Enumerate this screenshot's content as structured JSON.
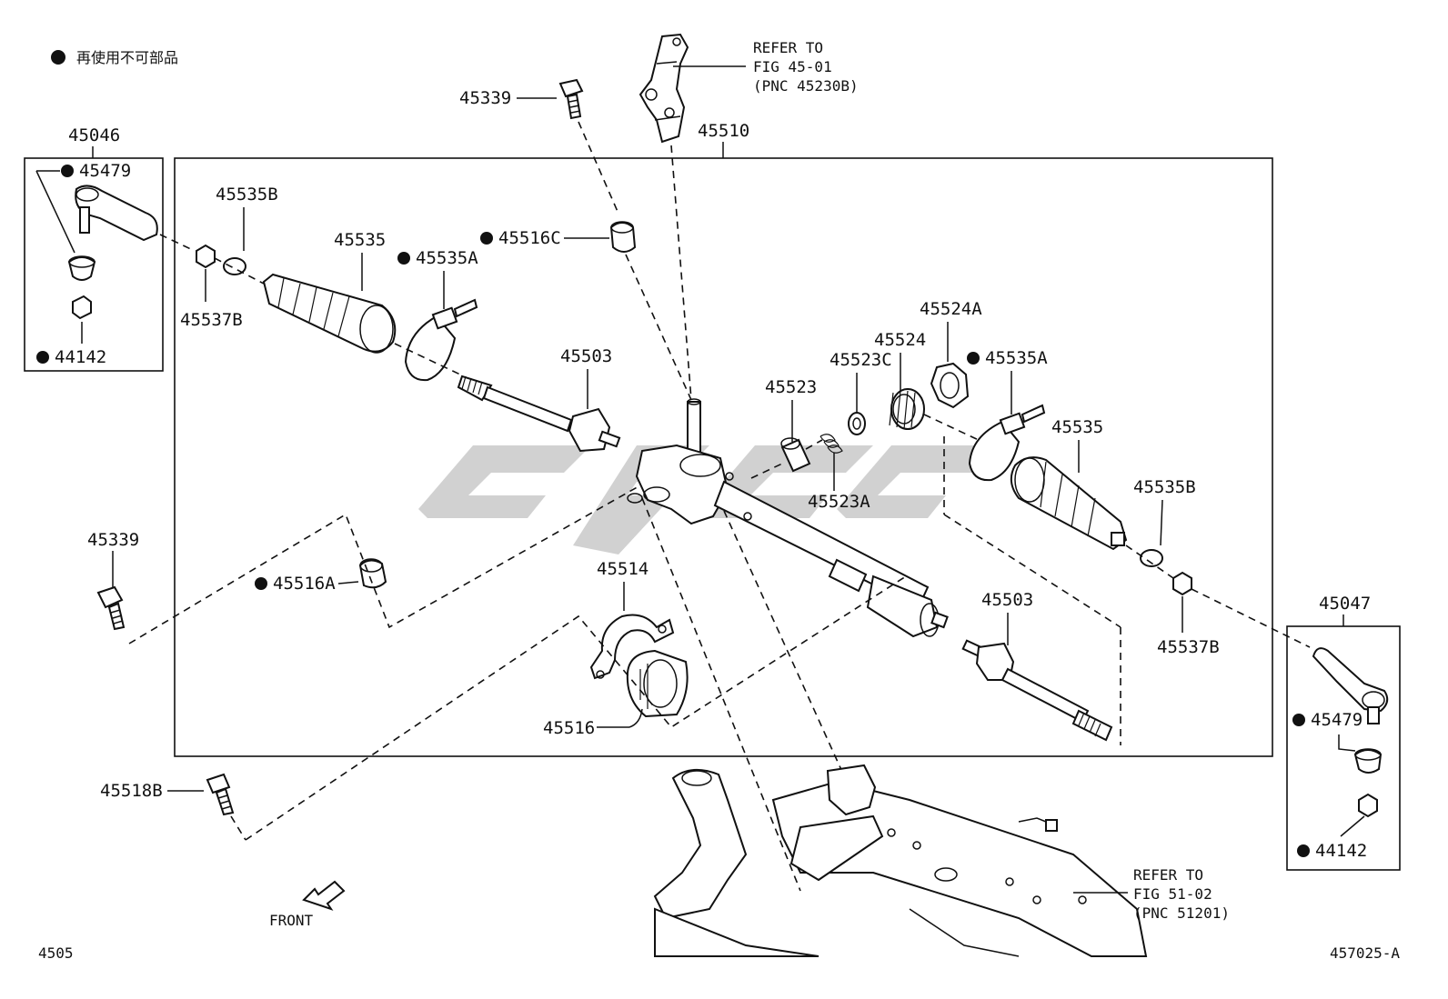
{
  "legend": {
    "text": "再使用不可部品"
  },
  "main_assembly": {
    "number": "45510"
  },
  "left_group": {
    "number": "45046"
  },
  "right_group": {
    "number": "45047"
  },
  "refs": {
    "top": {
      "line1": "REFER TO",
      "line2": "FIG 45-01",
      "line3": "(PNC 45230B)"
    },
    "bottom": {
      "line1": "REFER TO",
      "line2": "FIG 51-02",
      "line3": "(PNC 51201)"
    }
  },
  "parts": {
    "p45339_top": "45339",
    "p45339_left": "45339",
    "p45518B": "45518B",
    "p45479_l": "45479",
    "p44142_l": "44142",
    "p45535B_l": "45535B",
    "p45537B_l": "45537B",
    "p45535_l": "45535",
    "p45535A_l": "45535A",
    "p45516C": "45516C",
    "p45503_l": "45503",
    "p45516A": "45516A",
    "p45514": "45514",
    "p45516": "45516",
    "p45523": "45523",
    "p45523C": "45523C",
    "p45524": "45524",
    "p45524A": "45524A",
    "p45523A": "45523A",
    "p45535A_r": "45535A",
    "p45535_r": "45535",
    "p45535B_r": "45535B",
    "p45537B_r": "45537B",
    "p45503_r": "45503",
    "p45479_r": "45479",
    "p44142_r": "44142"
  },
  "front_label": "FRONT",
  "footer": {
    "left": "4505",
    "right": "457025-A"
  }
}
